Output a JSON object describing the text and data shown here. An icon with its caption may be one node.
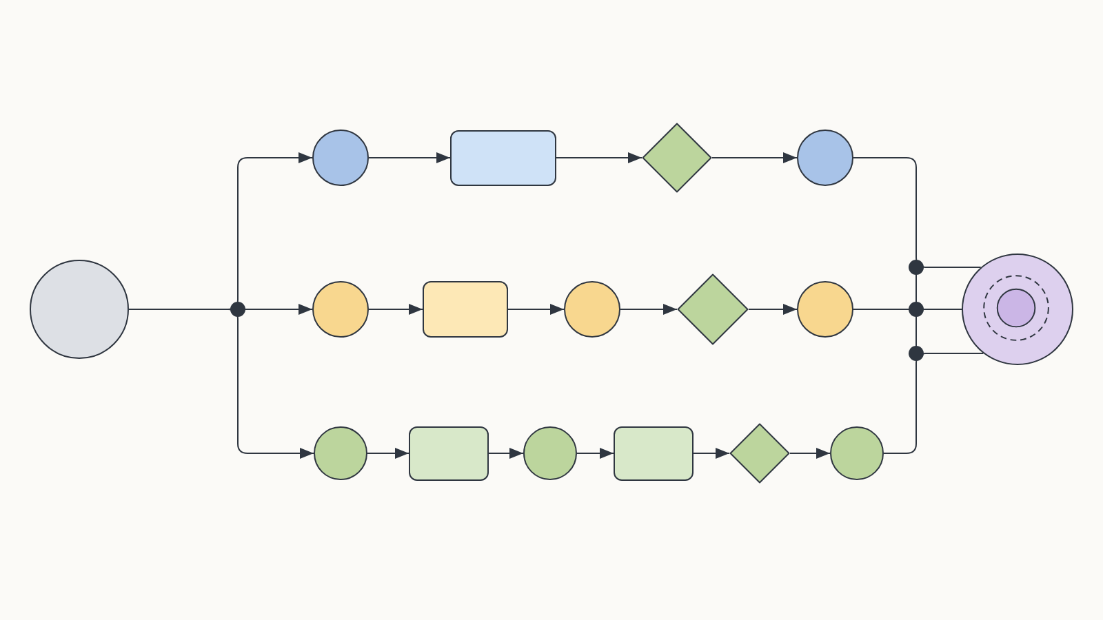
{
  "diagram": {
    "nodes": [
      {
        "text": [],
        "shape": "circle"
      },
      {
        "text": [],
        "shape": "circle"
      },
      {
        "text": [],
        "shape": "box"
      },
      {
        "text": [],
        "shape": "diamond"
      },
      {
        "text": [],
        "shape": "circle"
      },
      {
        "text": [],
        "shape": "circle"
      },
      {
        "text": [],
        "shape": "box"
      },
      {
        "text": [],
        "shape": "circle"
      },
      {
        "text": [],
        "shape": "diamond"
      },
      {
        "text": [],
        "shape": "circle"
      },
      {
        "text": [],
        "shape": "circle"
      },
      {
        "text": [],
        "shape": "box"
      },
      {
        "text": [],
        "shape": "circle"
      },
      {
        "text": [],
        "shape": "box"
      },
      {
        "text": [],
        "shape": "diamond"
      },
      {
        "text": [],
        "shape": "circle"
      },
      {
        "text": [],
        "shape": "circle"
      }
    ],
    "edges": [
      {
        "from": 0,
        "to": 1,
        "arrow": "to"
      },
      {
        "from": 0,
        "to": 5,
        "arrow": "to"
      },
      {
        "from": 0,
        "to": 10,
        "arrow": "to"
      },
      {
        "from": 1,
        "to": 2,
        "arrow": "to"
      },
      {
        "from": 2,
        "to": 3,
        "arrow": "to"
      },
      {
        "from": 3,
        "to": 4,
        "arrow": "to"
      },
      {
        "from": 5,
        "to": 6,
        "arrow": "to"
      },
      {
        "from": 6,
        "to": 7,
        "arrow": "to"
      },
      {
        "from": 7,
        "to": 8,
        "arrow": "to"
      },
      {
        "from": 8,
        "to": 9,
        "arrow": "to"
      },
      {
        "from": 10,
        "to": 11,
        "arrow": "to"
      },
      {
        "from": 11,
        "to": 12,
        "arrow": "to"
      },
      {
        "from": 12,
        "to": 13,
        "arrow": "to"
      },
      {
        "from": 13,
        "to": 14,
        "arrow": "to"
      },
      {
        "from": 14,
        "to": 15,
        "arrow": "to"
      },
      {
        "from": 4,
        "to": 16,
        "arrow": "none"
      },
      {
        "from": 9,
        "to": 16,
        "arrow": "none"
      },
      {
        "from": 15,
        "to": 16,
        "arrow": "none"
      }
    ]
  }
}
